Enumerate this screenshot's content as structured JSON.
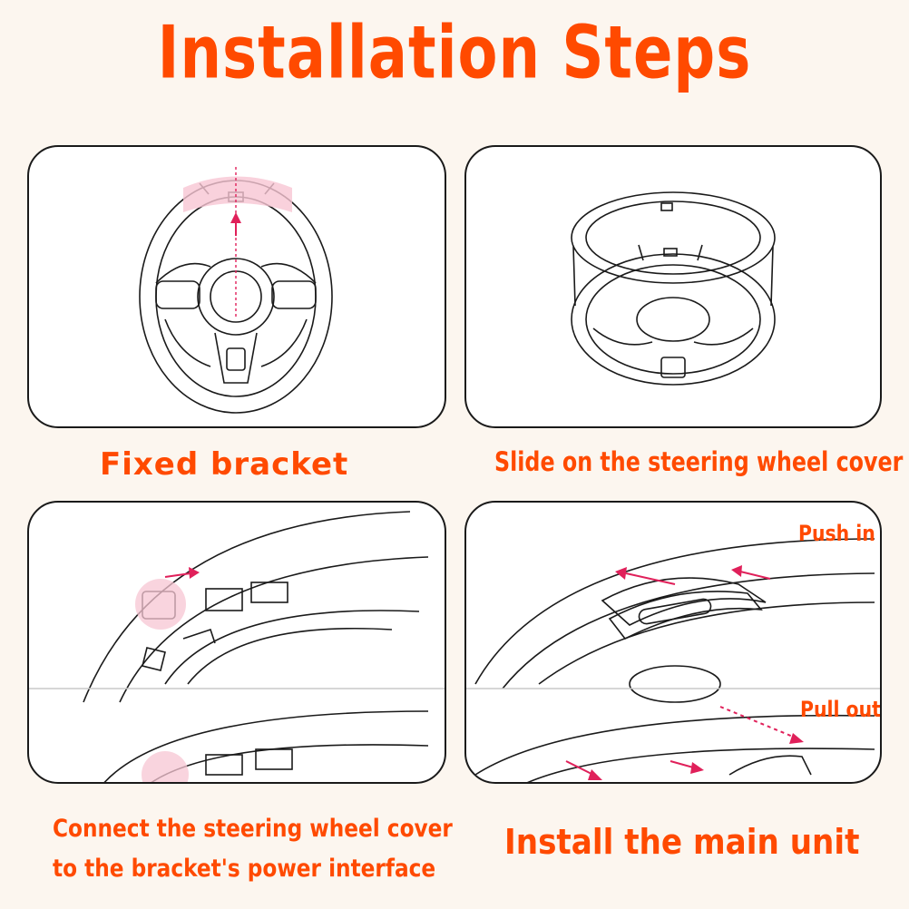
{
  "title": "Installation Steps",
  "steps": [
    {
      "caption": "Fixed bracket"
    },
    {
      "caption": "Slide on the steering wheel cover"
    },
    {
      "caption_line1": "Connect the steering wheel cover",
      "caption_line2": "to the bracket's power interface"
    },
    {
      "caption": "Install the main unit",
      "label_push": "Push in",
      "label_pull": "Pull out"
    }
  ],
  "colors": {
    "accent": "#ff4a00",
    "arrow": "#e0205a",
    "highlight": "#f7c6d3",
    "line": "#1a1a1a",
    "background": "#fcf6ef"
  }
}
